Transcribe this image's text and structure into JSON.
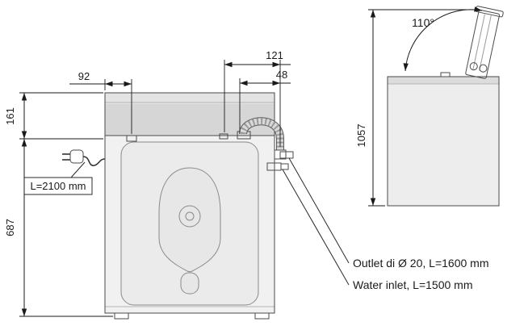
{
  "page": {
    "background": "#ffffff"
  },
  "colors": {
    "outline": "#4a4a4a",
    "dimension_line": "#1a1a1a",
    "body_fill": "#f0f0f0",
    "panel_fill": "#d6d6d6",
    "door_fill": "#ebebeb",
    "hose_fill": "#d9d9d9",
    "callout_box_fill": "#ffffff"
  },
  "front_view": {
    "dimensions": {
      "top_left_width": "92",
      "top_right_width": "121",
      "top_right_offset": "48",
      "upper_height": "161",
      "lower_height": "687"
    },
    "power_cord": {
      "label": "L=2100 mm"
    },
    "callouts": {
      "outlet": "Outlet di Ø 20, L=1600 mm",
      "water_inlet": "Water inlet, L=1500 mm"
    }
  },
  "side_view": {
    "dimensions": {
      "lid_opening_angle": "110°",
      "total_height": "1057"
    }
  }
}
